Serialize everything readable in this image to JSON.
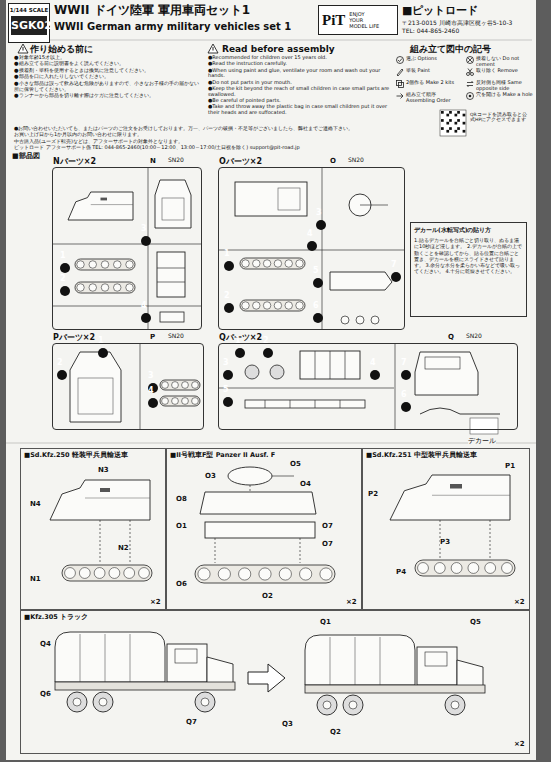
{
  "diagram": {
    "title": "WWII ドイツ陸軍 軍用車両セット1",
    "nodes": [
      {
        "text": [
          "1/144 SCALE",
          "SGK02"
        ]
      },
      {
        "text": [
          "PiT",
          "ENJOY YOUR MODEL LIFE"
        ]
      },
      {
        "text": [
          "Nパーツ×2"
        ]
      },
      {
        "text": [
          "1"
        ],
        "in": 2
      },
      {
        "text": [
          "2"
        ],
        "in": 2
      },
      {
        "text": [
          "3"
        ],
        "in": 2
      },
      {
        "text": [
          "4"
        ],
        "in": 2
      },
      {
        "text": [
          "Oパーツ×2"
        ]
      },
      {
        "text": [
          "1"
        ],
        "in": 7
      },
      {
        "text": [
          "2"
        ],
        "in": 7
      },
      {
        "text": [
          "3"
        ],
        "in": 7
      },
      {
        "text": [
          "4"
        ],
        "in": 7
      },
      {
        "text": [
          "5"
        ],
        "in": 7
      },
      {
        "text": [
          "6"
        ],
        "in": 7
      },
      {
        "text": [
          "7"
        ],
        "in": 7
      },
      {
        "text": [
          "Pパーツ×2"
        ]
      },
      {
        "text": [
          "1"
        ],
        "in": 15
      },
      {
        "text": [
          "2"
        ],
        "in": 15
      },
      {
        "text": [
          "3"
        ],
        "in": 15
      },
      {
        "text": [
          "4"
        ],
        "in": 15
      },
      {
        "text": [
          "Qパーツ×2"
        ]
      },
      {
        "text": [
          "1"
        ],
        "in": 20
      },
      {
        "text": [
          "2"
        ],
        "in": 20
      },
      {
        "text": [
          "3"
        ],
        "in": 20
      },
      {
        "text": [
          "4"
        ],
        "in": 20
      },
      {
        "text": [
          "5"
        ],
        "in": 20
      },
      {
        "text": [
          "6"
        ],
        "in": 20
      },
      {
        "text": [
          "7"
        ],
        "in": 20
      },
      {
        "text": [
          "デカール(水転写式)の貼り方",
          "1.貼るデカールを台紙ごと切り取り、ぬるま湯に10秒ほど浸します。 2.デカールが台紙の上で動くことを確認してから、貼る位置に台紙ごと置き、デカールを横にスライドさせて貼ります。 3.余分な水分を柔らかい布などで吸い取ってください。 4.十分に乾燥させてください。"
        ]
      },
      {
        "text": [
          "■Sd.Kfz.250 軽装甲兵員輸送車"
        ]
      },
      {
        "text": [
          "■II号戦車F型 Panzer II Ausf. F"
        ]
      },
      {
        "text": [
          "■Sd.Kfz.251 中型装甲兵員輸送車"
        ]
      },
      {
        "text": [
          "■Kfz.305 トラック"
        ]
      }
    ],
    "labels": [
      "WWII German army military vehicles set 1",
      "■ピットロード",
      "〒213-0015 川崎市高津区梶ヶ谷5-10-3",
      "TEL: 044-865-2460",
      "作り始める前に",
      "Read before assembly",
      "組み立て図中の記号",
      "●対象年齢15才以上。",
      "●組み立てる前に説明書をよく読んでください。",
      "●接着剤・塗料を使用するときは換気に注意してください。",
      "●部品を口に入れたりしないでください。",
      "●小さな部品は誤って飲み込む危険がありますので、小さなお子様の手の届かない所に保管してください。",
      "●ランナーから部品を切り離す際はケガに注意してください。",
      "●Recommended for children over 15 years old.",
      "●Read the instruction carefully.",
      "●When using paint and glue, ventilate your room and wash out your hands.",
      "●Do not put parts in your mouth.",
      "●Keep the kit beyond the reach of small children in case small parts are swallowed.",
      "●Be careful of pointed parts.",
      "●Take and throw away the plastic bag in case small children put it over their heads and are suffocated.",
      "●お問い合わせいただいても、またはパーツのご注文をお受けしております。万一、パーツの破損・不足等がございましたら、弊社までご連絡下さい。",
      "お買い上げ日から1か月以内のお問い合わせに限ります。",
      "中古購入品(ユーズド転売)などは、アフターサポートの対象外となります。",
      "ピットロード アフターサポート係 TEL: 044-865-2460(10:00～12:00、13:00～17:00/土日祝を除く) support@pit-road.jp",
      "QRコードを読み取ると公式HPにアクセスできます",
      "■部品図",
      "N",
      "SN20",
      "O",
      "SN20",
      "P",
      "SN20",
      "Q",
      "SN20",
      "デカール",
      "N3",
      "N4",
      "N1",
      "N2",
      "O5",
      "O4",
      "O3",
      "O8",
      "O1",
      "O7",
      "O7",
      "O6",
      "O2",
      "P1",
      "P2",
      "P3",
      "P4",
      "Q4",
      "Q6",
      "Q7",
      "Q1",
      "Q5",
      "Q3",
      "Q2",
      "×2",
      "×2",
      "×2",
      "×2"
    ],
    "legend": [
      {
        "text": "選ぶ Options"
      },
      {
        "text": "塗装 Paint"
      },
      {
        "text": "2個作る Make 2 kits"
      },
      {
        "text": "組み立て順序 Assembling Order"
      },
      {
        "text": "接着しない Do not cement"
      },
      {
        "text": "取り除く Remove"
      },
      {
        "text": "反対側も同様 Same opposite side"
      },
      {
        "text": "穴を開ける Make a hole"
      }
    ]
  }
}
